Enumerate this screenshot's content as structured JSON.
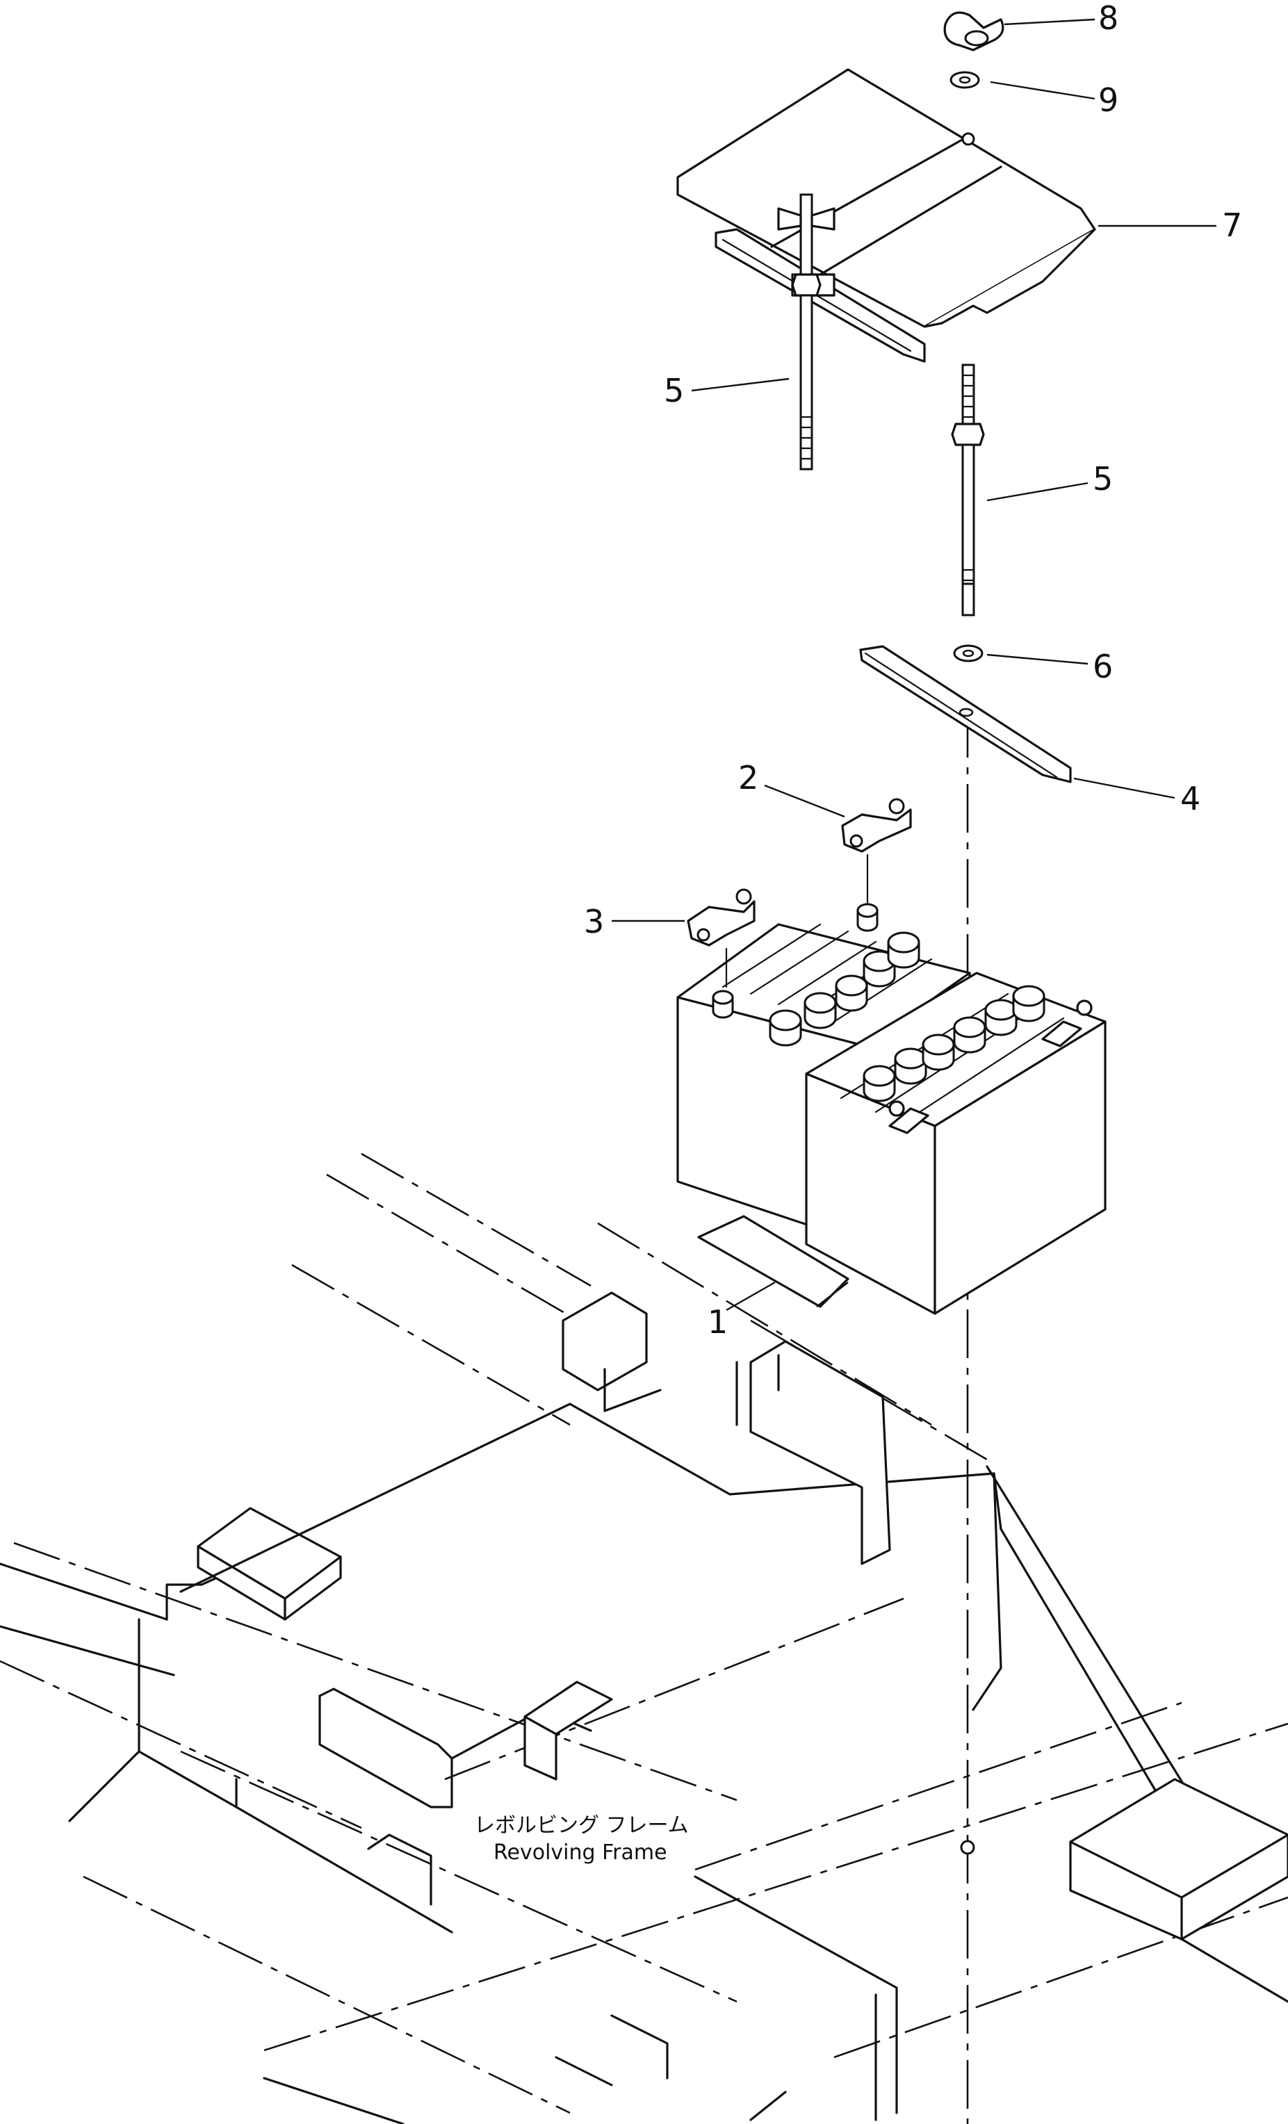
{
  "callouts": {
    "c1": "1",
    "c2": "2",
    "c3": "3",
    "c4": "4",
    "c5a": "5",
    "c5b": "5",
    "c6": "6",
    "c7": "7",
    "c8": "8",
    "c9": "9"
  },
  "frame_label": {
    "jp": "レボルビング フレーム",
    "en": "Revolving Frame"
  }
}
